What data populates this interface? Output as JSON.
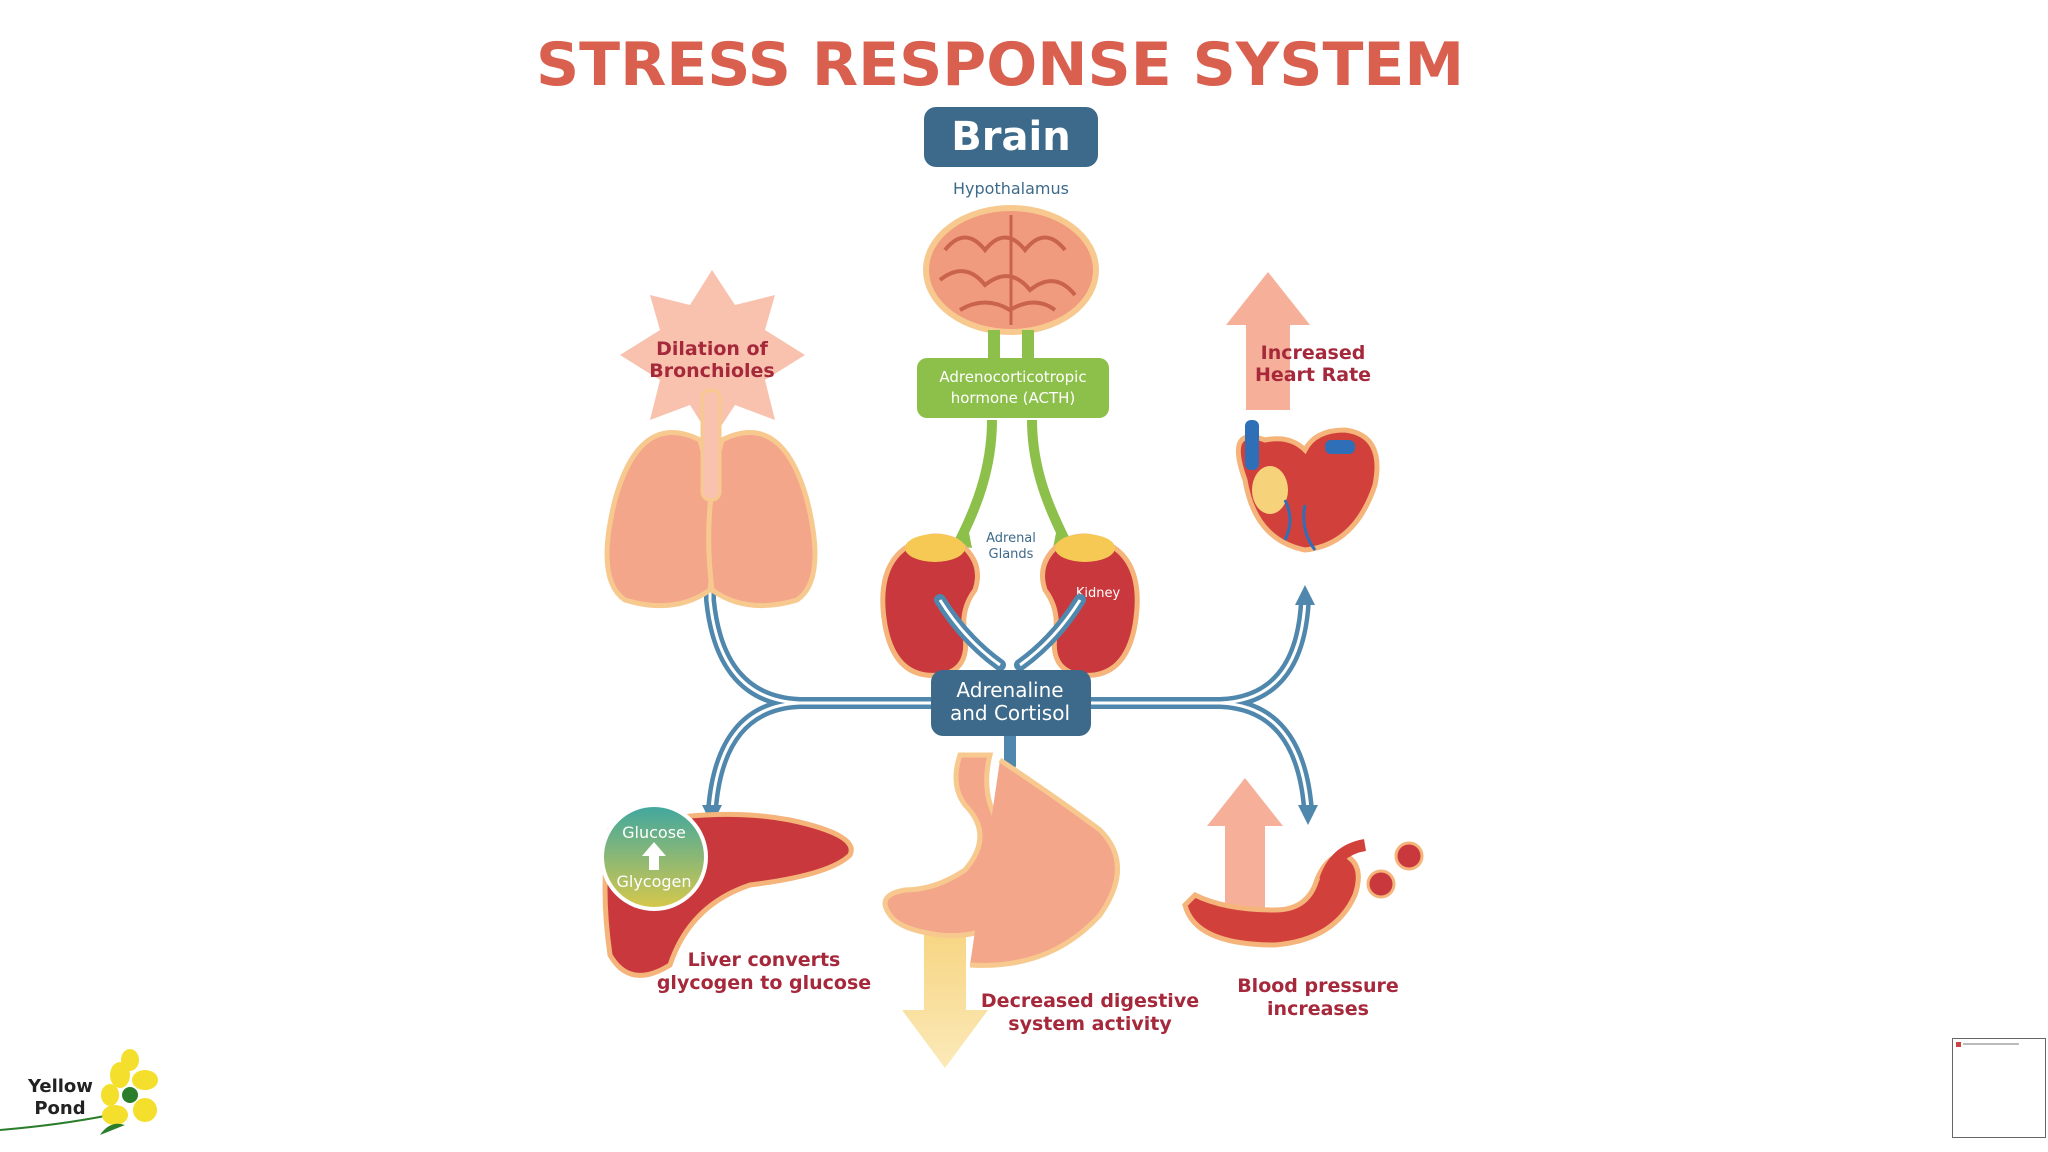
{
  "title": "STRESS RESPONSE SYSTEM",
  "brain": {
    "label": "Brain",
    "sublabel": "Hypothalamus"
  },
  "acth": {
    "line1": "Adrenocorticotropic",
    "line2": "hormone (ACTH)"
  },
  "adrenal": {
    "line1": "Adrenal",
    "line2": "Glands",
    "kidney": "Kidney"
  },
  "hormones": {
    "line1": "Adrenaline",
    "line2": "and Cortisol"
  },
  "lungs": {
    "line1": "Dilation of",
    "line2": "Bronchioles"
  },
  "heart": {
    "line1": "Increased",
    "line2": "Heart Rate"
  },
  "liver": {
    "glucose": "Glucose",
    "glycogen": "Glycogen",
    "line1": "Liver converts",
    "line2": "glycogen to glucose"
  },
  "stomach": {
    "line1": "Decreased digestive",
    "line2": "system activity"
  },
  "blood": {
    "line1": "Blood pressure",
    "line2": "increases"
  },
  "logo": {
    "line1": "Yellow",
    "line2": "Pond"
  },
  "colors": {
    "title": "#d9604e",
    "brain_box": "#3d6a8a",
    "pathway": "#4f87ad",
    "acth": "#8cc04a",
    "label_dark": "#a5283b",
    "organ": "#f3a68a"
  },
  "icons": [
    "brain-icon",
    "lungs-icon",
    "heart-icon",
    "kidney-icon",
    "liver-icon",
    "stomach-icon",
    "artery-icon",
    "arrow-up-icon",
    "arrow-down-icon",
    "flower-logo-icon"
  ]
}
